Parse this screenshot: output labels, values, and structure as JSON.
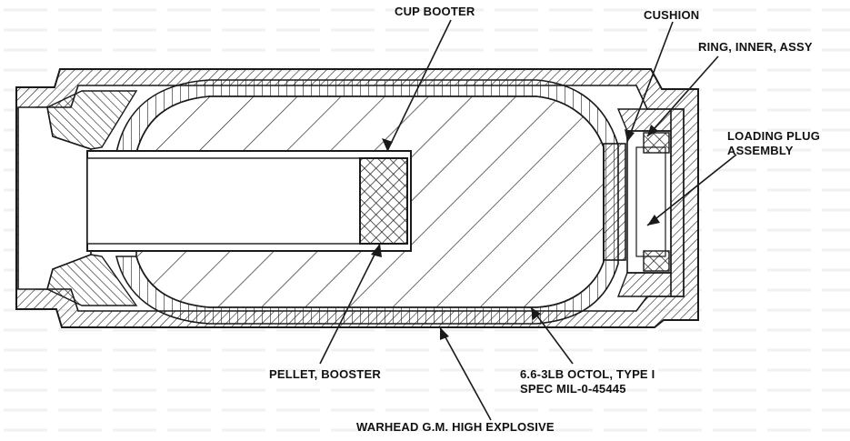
{
  "labels": {
    "cup_booster": "CUP BOOTER",
    "cushion": "CUSHION",
    "ring_inner": "RING, INNER, ASSY",
    "loading_plug_1": "LOADING PLUG",
    "loading_plug_2": "ASSEMBLY",
    "pellet_booster": "PELLET, BOOSTER",
    "octol_1": "6.6-3LB OCTOL, TYPE I",
    "octol_2": "SPEC MIL-0-45445",
    "warhead": "WARHEAD G.M. HIGH EXPLOSIVE"
  },
  "colors": {
    "ink": "#1a1a1a",
    "paper": "#ffffff",
    "background_text": "#c9c9c9"
  }
}
